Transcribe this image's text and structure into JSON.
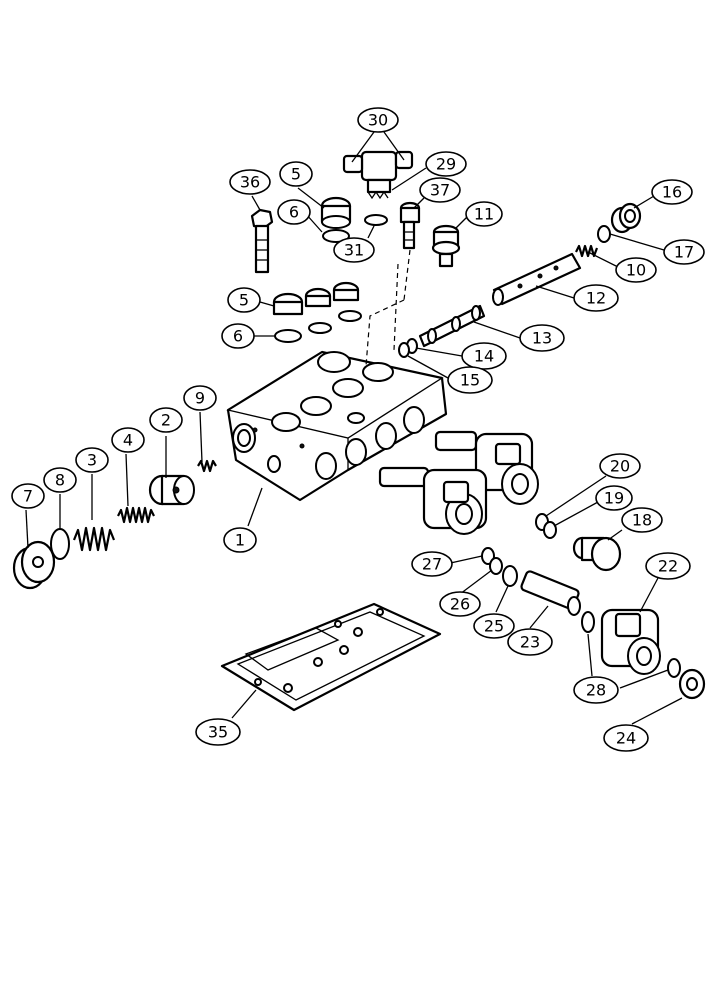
{
  "callouts": [
    {
      "id": "1",
      "label": "1"
    },
    {
      "id": "2",
      "label": "2"
    },
    {
      "id": "3",
      "label": "3"
    },
    {
      "id": "4",
      "label": "4"
    },
    {
      "id": "5a",
      "label": "5"
    },
    {
      "id": "5b",
      "label": "5"
    },
    {
      "id": "6a",
      "label": "6"
    },
    {
      "id": "6b",
      "label": "6"
    },
    {
      "id": "7",
      "label": "7"
    },
    {
      "id": "8",
      "label": "8"
    },
    {
      "id": "9",
      "label": "9"
    },
    {
      "id": "10",
      "label": "10"
    },
    {
      "id": "11",
      "label": "11"
    },
    {
      "id": "12",
      "label": "12"
    },
    {
      "id": "13",
      "label": "13"
    },
    {
      "id": "14",
      "label": "14"
    },
    {
      "id": "15",
      "label": "15"
    },
    {
      "id": "16",
      "label": "16"
    },
    {
      "id": "17",
      "label": "17"
    },
    {
      "id": "18",
      "label": "18"
    },
    {
      "id": "19",
      "label": "19"
    },
    {
      "id": "20",
      "label": "20"
    },
    {
      "id": "22",
      "label": "22"
    },
    {
      "id": "23",
      "label": "23"
    },
    {
      "id": "24",
      "label": "24"
    },
    {
      "id": "25",
      "label": "25"
    },
    {
      "id": "26",
      "label": "26"
    },
    {
      "id": "27",
      "label": "27"
    },
    {
      "id": "28",
      "label": "28"
    },
    {
      "id": "29",
      "label": "29"
    },
    {
      "id": "30",
      "label": "30"
    },
    {
      "id": "31",
      "label": "31"
    },
    {
      "id": "35",
      "label": "35"
    },
    {
      "id": "36",
      "label": "36"
    },
    {
      "id": "37",
      "label": "37"
    }
  ]
}
